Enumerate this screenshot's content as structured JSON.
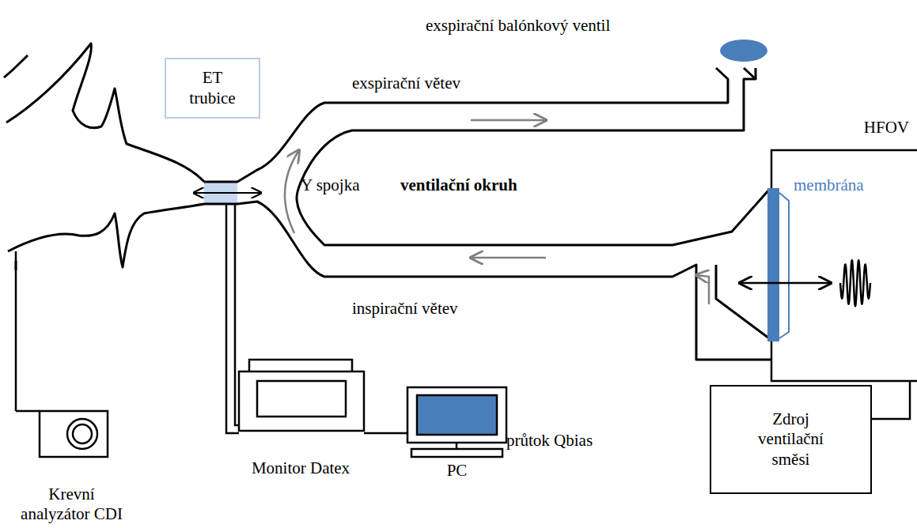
{
  "diagram": {
    "nodes": [
      {
        "text": [
          "ET trubice"
        ]
      },
      {
        "text": [
          "HFOV"
        ]
      },
      {
        "text": [
          "Monitor Datex"
        ]
      },
      {
        "text": [
          "PC"
        ]
      },
      {
        "text": [
          "Krevní analyzátor CDI"
        ]
      },
      {
        "text": [
          "Zdroj ventilační směsi"
        ]
      }
    ],
    "edges": [
      {
        "from": 2,
        "to": 3,
        "arrow": "none"
      },
      {
        "from": 5,
        "to": 1,
        "arrow": "none"
      }
    ],
    "labels": [
      "exspirační balónkový ventil",
      "exspirační větev",
      "Y spojka",
      "ventilační okruh",
      "membrána",
      "inspirační větev",
      "průtok Qbias"
    ]
  }
}
